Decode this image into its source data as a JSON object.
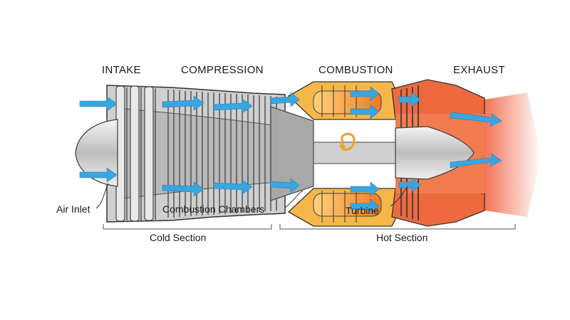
{
  "stages": {
    "intake": "INTAKE",
    "compression": "COMPRESSION",
    "combustion": "COMBUSTION",
    "exhaust": "EXHAUST"
  },
  "callouts": {
    "air_inlet": "Air Inlet",
    "combustion_chambers": "Combustion Chambers",
    "turbine": "Turbine"
  },
  "sections": {
    "cold": "Cold Section",
    "hot": "Hot Section"
  },
  "colors": {
    "airflow": "#3aa6e0",
    "casing": "#c9c9c9",
    "hot_casing": "#e9643a",
    "flame": "#f5a020",
    "cone": "#d8d8d8",
    "outline": "#333333"
  },
  "icons": {
    "airflow_arrows": "arrow-right",
    "rotation": "curved-rotation-arrow"
  }
}
